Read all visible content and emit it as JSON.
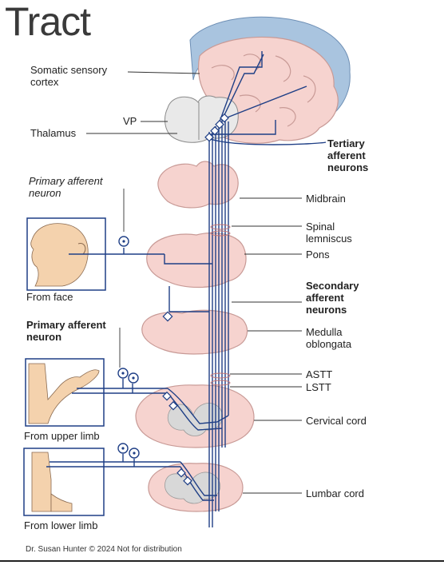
{
  "title": "Tract",
  "labels": {
    "somatic_sensory_cortex": [
      "Somatic sensory",
      "cortex"
    ],
    "vp": "VP",
    "thalamus": "Thalamus",
    "tertiary_afferent": [
      "Tertiary",
      "afferent",
      "neurons"
    ],
    "primary_afferent_italic": [
      "Primary afferent",
      "neuron"
    ],
    "midbrain": "Midbrain",
    "spinal_lemniscus": [
      "Spinal",
      "lemniscus"
    ],
    "pons": "Pons",
    "from_face": "From face",
    "secondary_afferent": [
      "Secondary",
      "afferent",
      "neurons"
    ],
    "primary_afferent_bold": [
      "Primary afferent",
      "neuron"
    ],
    "medulla_oblongata": [
      "Medulla",
      "oblongata"
    ],
    "astt": "ASTT",
    "lstt": "LSTT",
    "cervical_cord": "Cervical cord",
    "from_upper_limb": "From upper limb",
    "lumbar_cord": "Lumbar cord",
    "from_lower_limb": "From lower limb"
  },
  "footer": "Dr. Susan Hunter © 2024 Not for distribution",
  "colors": {
    "tissue": "#f6d3cf",
    "tissue_stroke": "#c89a96",
    "meninges": "#a9c4df",
    "nerve": "#1f3f86",
    "skin": "#f4d2ad"
  }
}
